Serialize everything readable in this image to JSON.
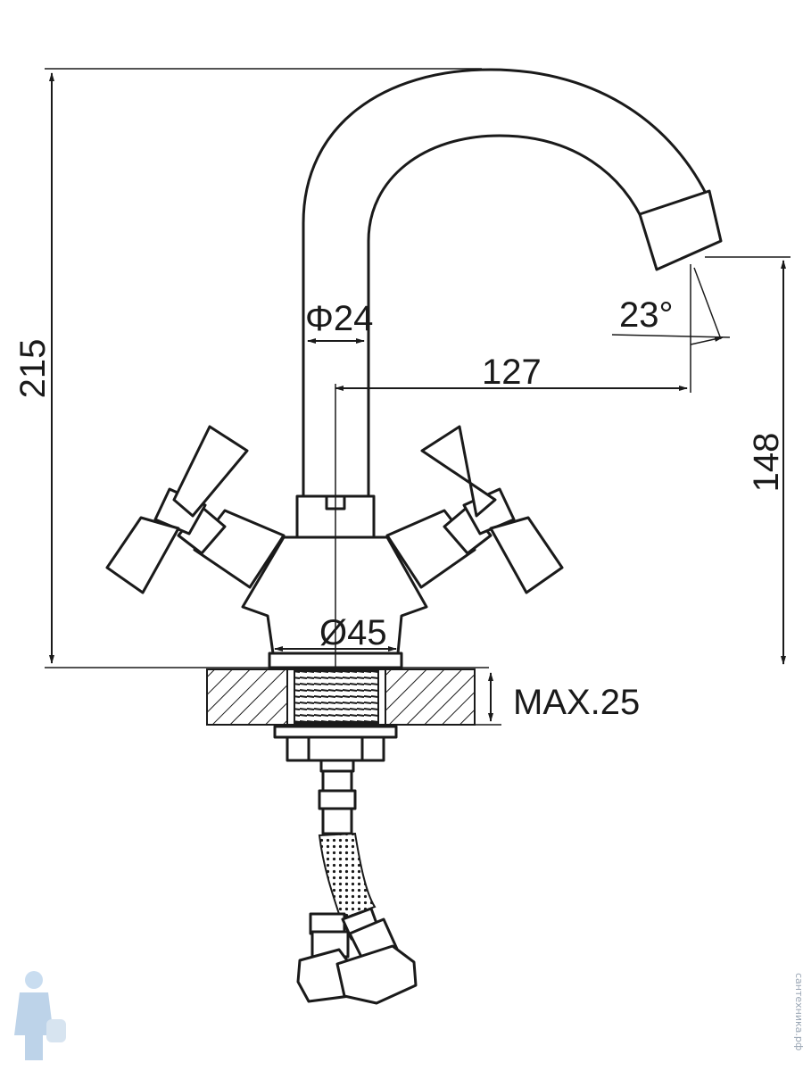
{
  "dimensions": {
    "total_height": "215",
    "spout_diameter": "Φ24",
    "spout_angle": "23°",
    "spout_reach": "127",
    "spout_height": "148",
    "base_diameter": "Ø45",
    "max_thickness": "MAX.25"
  },
  "watermark": {
    "text": "сантехника.рф",
    "icon": "plumber-logo-icon"
  },
  "colors": {
    "line": "#1a1a1a",
    "background": "#ffffff",
    "watermark": "#9aa6b4"
  }
}
